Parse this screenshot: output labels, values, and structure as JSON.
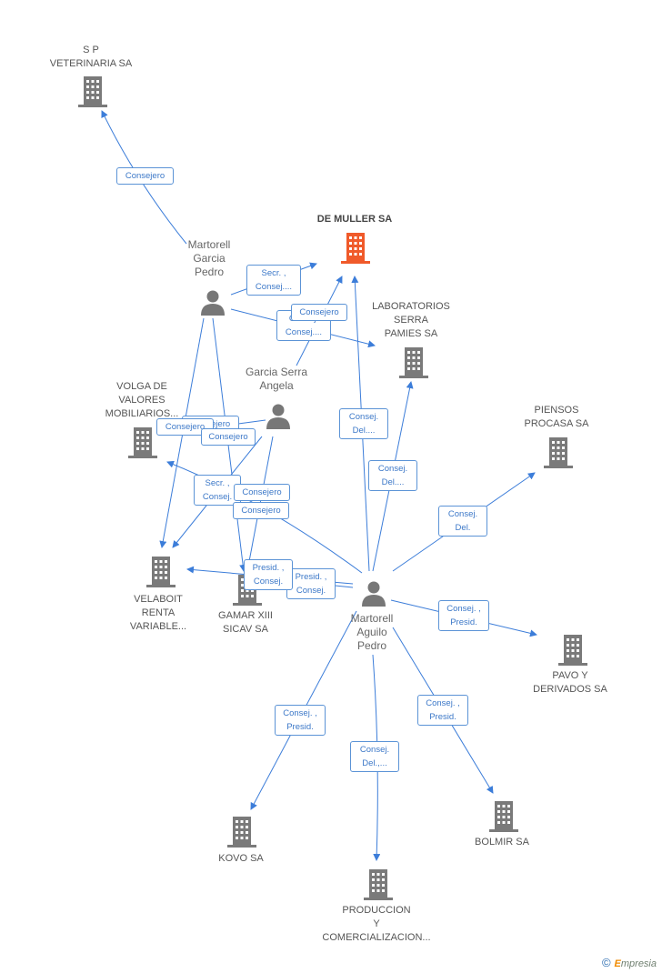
{
  "colors": {
    "edge": "#3c7dd9",
    "building": "#7a7a7a",
    "focus": "#f05a2a",
    "person": "#777777"
  },
  "nodes": {
    "sp_veterinaria": {
      "lines": [
        "S P",
        "VETERINARIA SA"
      ]
    },
    "de_muller": {
      "lines": [
        "DE MULLER SA"
      ]
    },
    "laboratorios_serra": {
      "lines": [
        "LABORATORIOS",
        "SERRA",
        "PAMIES SA"
      ]
    },
    "piensos_procasa": {
      "lines": [
        "PIENSOS",
        "PROCASA SA"
      ]
    },
    "volga": {
      "lines": [
        "VOLGA DE",
        "VALORES",
        "MOBILIARIOS..."
      ]
    },
    "velaboit": {
      "lines": [
        "VELABOIT",
        "RENTA",
        "VARIABLE..."
      ]
    },
    "gamar": {
      "lines": [
        "GAMAR XIII",
        "SICAV SA"
      ]
    },
    "pavo": {
      "lines": [
        "PAVO Y",
        "DERIVADOS SA"
      ]
    },
    "kovo": {
      "lines": [
        "KOVO SA"
      ]
    },
    "bolmir": {
      "lines": [
        "BOLMIR SA"
      ]
    },
    "produccion": {
      "lines": [
        "PRODUCCION",
        "Y",
        "COMERCIALIZACION..."
      ]
    },
    "martorell_garcia": {
      "lines": [
        "Martorell",
        "Garcia",
        "Pedro"
      ]
    },
    "garcia_serra": {
      "lines": [
        "Garcia Serra",
        "Angela"
      ]
    },
    "martorell_aguilo": {
      "lines": [
        "Martorell",
        "Aguilo",
        "Pedro"
      ]
    }
  },
  "edge_labels": {
    "e1": [
      "Consejero"
    ],
    "e2": [
      "Secr. ,",
      "Consej...."
    ],
    "e3": [
      "Consej.",
      "Consej...."
    ],
    "e4": [
      "Consejero"
    ],
    "e5": [
      "Consej.",
      "Del...."
    ],
    "e6": [
      "Consej.",
      "Del...."
    ],
    "e7": [
      "Consej.",
      "Del."
    ],
    "e8": [
      "Consejero"
    ],
    "e9": [
      "Consejero"
    ],
    "e10": [
      "Consejero"
    ],
    "e11": [
      "Secr. ,",
      "Consej."
    ],
    "e12": [
      "Consejero"
    ],
    "e13": [
      "Consejero"
    ],
    "e14": [
      "Presid. ,",
      "Consej."
    ],
    "e15": [
      "Presid. ,",
      "Consej."
    ],
    "e16": [
      "Consej. ,",
      "Presid."
    ],
    "e17": [
      "Consej. ,",
      "Presid."
    ],
    "e18": [
      "Consej.",
      "Del.,..."
    ],
    "e19": [
      "Consej. ,",
      "Presid."
    ]
  },
  "footer": {
    "copyright": "©",
    "brand_first": "E",
    "brand_rest": "mpresia"
  }
}
